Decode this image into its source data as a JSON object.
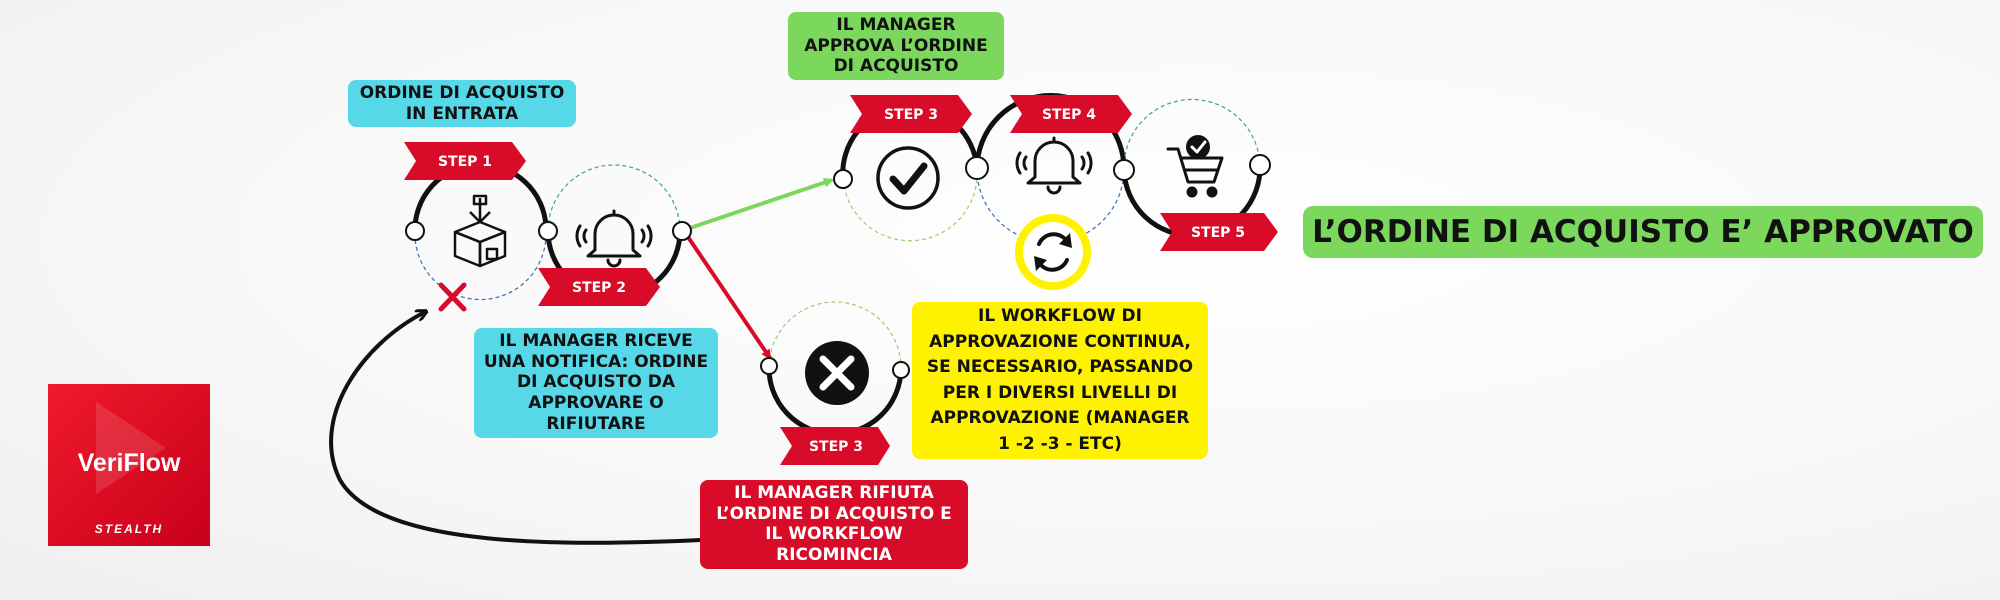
{
  "steps": {
    "step1": "STEP 1",
    "step2": "STEP 2",
    "step3_approve": "STEP 3",
    "step3_reject": "STEP 3",
    "step4": "STEP 4",
    "step5": "STEP 5"
  },
  "labels": {
    "incoming": [
      "ORDINE DI ACQUISTO",
      "IN ENTRATA"
    ],
    "notification": [
      "IL MANAGER RICEVE",
      "UNA NOTIFICA: ORDINE",
      "DI ACQUISTO DA",
      "APPROVARE O",
      "RIFIUTARE"
    ],
    "approved_by_manager": [
      "IL MANAGER",
      "APPROVA L’ORDINE",
      "DI ACQUISTO"
    ],
    "workflow_continues": [
      "IL WORKFLOW DI",
      "APPROVAZIONE CONTINUA,",
      "SE NECESSARIO, PASSANDO",
      "PER I DIVERSI LIVELLI DI",
      "APPROVAZIONE (MANAGER",
      "1 -2 -3 - ETC)"
    ],
    "rejected": [
      "IL MANAGER RIFIUTA",
      "L’ORDINE DI ACQUISTO E",
      "IL WORKFLOW",
      "RICOMINCIA"
    ],
    "final": "L’ORDINE DI ACQUISTO E’ APPROVATO"
  },
  "logo": {
    "name": "VeriFlow",
    "subtitle": "STEALTH"
  },
  "colors": {
    "step_red": "#d80c28",
    "approve_arrow": "#7bd85c",
    "reject_arrow": "#d80c28",
    "cyan": "#56d8e8",
    "green": "#7bd85c",
    "yellow": "#fff200"
  },
  "icons": [
    "box-icon",
    "bell-icon",
    "checkmark-icon",
    "cancel-x-icon",
    "refresh-icon",
    "cart-check-icon",
    "red-x-mark-icon"
  ]
}
